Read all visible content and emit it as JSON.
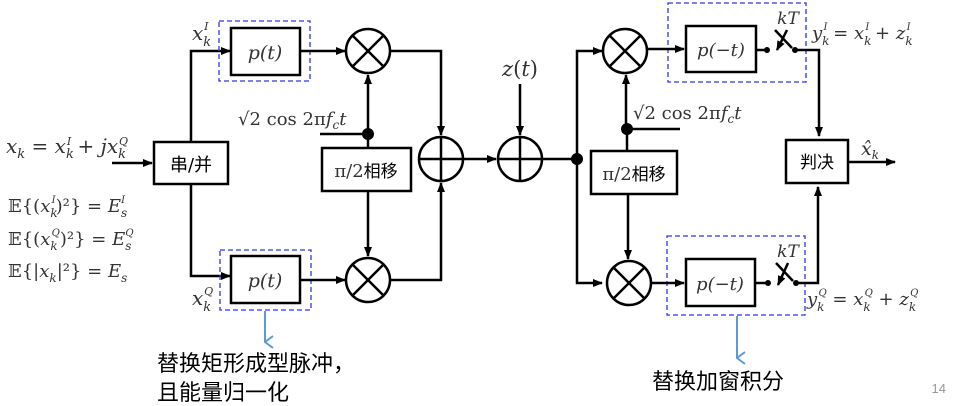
{
  "blocks": {
    "sp": "串/并",
    "pulse": "p(t)",
    "matched": "p(−t)",
    "shift": "π/2相移",
    "decide": "判决"
  },
  "labels": {
    "input": "x_k = x_k^I + j x_k^Q",
    "xI": "x_k^I",
    "xQ": "x_k^Q",
    "carrier": "√2 cos 2πf_c t",
    "noise": "z(t)",
    "sampler": "kT",
    "yI": "y_k^I = x_k^I + z_k^I",
    "yQ": "y_k^Q = x_k^Q + z_k^Q",
    "output": "x̂_k",
    "energy": [
      "𝔼{(x_k^I)²} = E_s^I",
      "𝔼{(x_k^Q)²} = E_s^Q",
      "𝔼{|x_k|²} = E_s"
    ]
  },
  "annotations": {
    "tx_line1": "替换矩形成型脉冲，",
    "tx_line2": "且能量归一化",
    "rx": "替换加窗积分"
  },
  "page_number": "14"
}
